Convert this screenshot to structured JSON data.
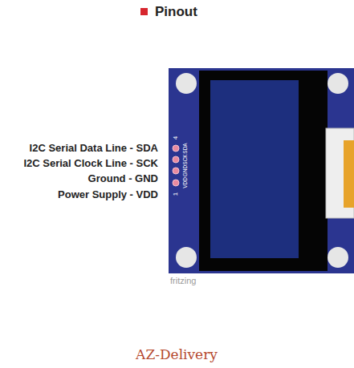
{
  "diagram": {
    "title": "Pinout",
    "labels": [
      "I2C Serial Data Line - SDA",
      "I2C Serial Clock Line - SCK",
      "Ground - GND",
      "Power Supply - VDD",
      "4",
      "SDA",
      "SCK",
      "GND",
      "VDD",
      "1",
      "fritzing",
      "AZ-Delivery"
    ]
  }
}
